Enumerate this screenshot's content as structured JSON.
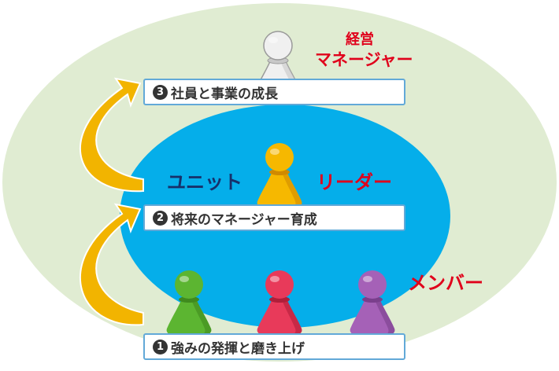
{
  "colors": {
    "outer_ellipse": "#e0ecd2",
    "inner_ellipse": "#05aeea",
    "arrow": "#f2b400",
    "label_red": "#e0001b",
    "label_navy": "#17306a",
    "box_border": "#62a9d8"
  },
  "labels": {
    "top_role": [
      "経営",
      "マネージャー"
    ],
    "unit": "ユニット",
    "leader": "リーダー",
    "member": "メンバー"
  },
  "steps": [
    {
      "num": "3",
      "text": "社員と事業の成長"
    },
    {
      "num": "2",
      "text": "将来のマネージャー育成"
    },
    {
      "num": "1",
      "text": "強みの発揮と磨き上げ"
    }
  ],
  "figures": [
    {
      "name": "manager-figure",
      "color": "#f0f0f0",
      "shade": "#c8c8c8"
    },
    {
      "name": "leader-figure",
      "color": "#f6b800",
      "shade": "#d08a00"
    },
    {
      "name": "member-green-figure",
      "color": "#5cb531",
      "shade": "#3f8a1e"
    },
    {
      "name": "member-red-figure",
      "color": "#e83a5a",
      "shade": "#b01e3a"
    },
    {
      "name": "member-purple-figure",
      "color": "#a561b7",
      "shade": "#7a3f8c"
    }
  ]
}
